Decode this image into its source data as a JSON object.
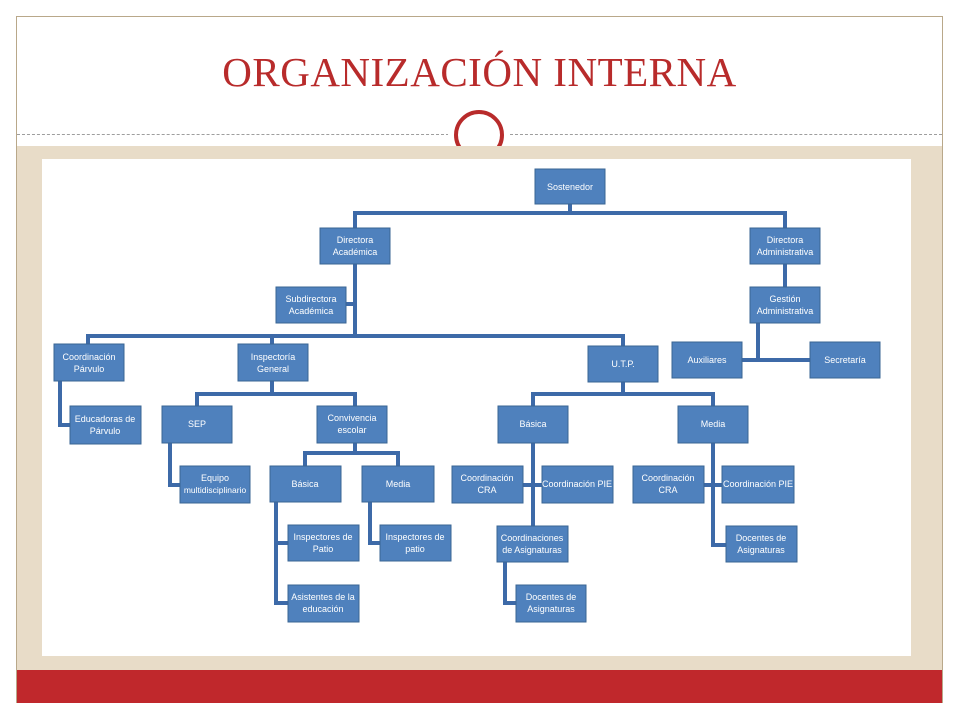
{
  "slide": {
    "title": "ORGANIZACIÓN INTERNA"
  },
  "colors": {
    "title": "#b82b2b",
    "band": "#e8dcc8",
    "footer": "#c0282c",
    "node_fill": "#4f81bd",
    "connector": "#3d6aa8"
  },
  "org_chart": {
    "nodes": [
      {
        "id": "sostenedor",
        "lines": [
          "Sostenedor"
        ]
      },
      {
        "id": "directora-academica",
        "lines": [
          "Directora",
          "Académica"
        ]
      },
      {
        "id": "directora-administrativa",
        "lines": [
          "Directora",
          "Administrativa"
        ]
      },
      {
        "id": "subdirectora-academica",
        "lines": [
          "Subdirectora",
          "Académica"
        ]
      },
      {
        "id": "gestion-administrativa",
        "lines": [
          "Gestión",
          "Administrativa"
        ]
      },
      {
        "id": "coordinacion-parvulo",
        "lines": [
          "Coordinación",
          "Párvulo"
        ]
      },
      {
        "id": "inspectoria-general",
        "lines": [
          "Inspectoría",
          "General"
        ]
      },
      {
        "id": "utp",
        "lines": [
          "U.T.P."
        ]
      },
      {
        "id": "auxiliares",
        "lines": [
          "Auxiliares"
        ]
      },
      {
        "id": "secretaria",
        "lines": [
          "Secretaría"
        ]
      },
      {
        "id": "educadoras-parvulo",
        "lines": [
          "Educadoras de",
          "Párvulo"
        ]
      },
      {
        "id": "sep",
        "lines": [
          "SEP"
        ]
      },
      {
        "id": "convivencia-escolar",
        "lines": [
          "Convivencia",
          "escolar"
        ]
      },
      {
        "id": "utp-basica",
        "lines": [
          "Básica"
        ]
      },
      {
        "id": "utp-media",
        "lines": [
          "Media"
        ]
      },
      {
        "id": "equipo-multidisciplinario",
        "lines": [
          "Equipo",
          "multidisciplinario"
        ]
      },
      {
        "id": "conv-basica",
        "lines": [
          "Básica"
        ]
      },
      {
        "id": "conv-media",
        "lines": [
          "Media"
        ]
      },
      {
        "id": "basica-coord-cra",
        "lines": [
          "Coordinación",
          "CRA"
        ]
      },
      {
        "id": "basica-coord-pie",
        "lines": [
          "Coordinación PIE"
        ]
      },
      {
        "id": "media-coord-cra",
        "lines": [
          "Coordinación",
          "CRA"
        ]
      },
      {
        "id": "media-coord-pie",
        "lines": [
          "Coordinación PIE"
        ]
      },
      {
        "id": "inspectores-patio-basica",
        "lines": [
          "Inspectores de",
          "Patio"
        ]
      },
      {
        "id": "inspectores-patio-media",
        "lines": [
          "Inspectores de",
          "patio"
        ]
      },
      {
        "id": "coordinaciones-asignaturas",
        "lines": [
          "Coordinaciones",
          "de Asignaturas"
        ]
      },
      {
        "id": "media-docentes-asignaturas",
        "lines": [
          "Docentes de",
          "Asignaturas"
        ]
      },
      {
        "id": "asistentes-educacion",
        "lines": [
          "Asistentes de la",
          "educación"
        ]
      },
      {
        "id": "basica-docentes-asignaturas",
        "lines": [
          "Docentes de",
          "Asignaturas"
        ]
      }
    ]
  }
}
